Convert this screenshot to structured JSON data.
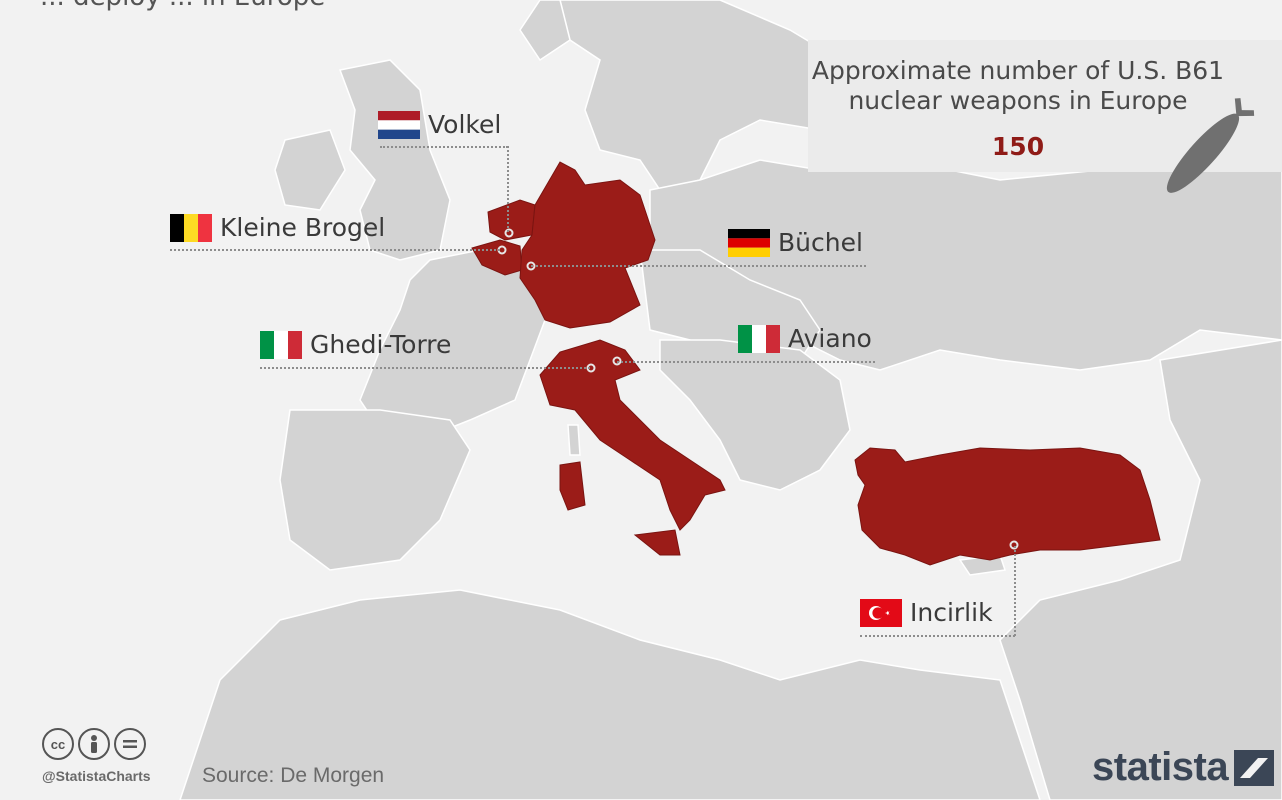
{
  "title": "... deploy ... in Europe",
  "info_box": {
    "title": "Approximate number of U.S. B61 nuclear weapons in Europe",
    "value": "150"
  },
  "sites": [
    {
      "name": "Volkel",
      "flag": "netherlands-flag"
    },
    {
      "name": "Kleine Brogel",
      "flag": "belgium-flag"
    },
    {
      "name": "Büchel",
      "flag": "germany-flag"
    },
    {
      "name": "Ghedi-Torre",
      "flag": "italy-flag"
    },
    {
      "name": "Aviano",
      "flag": "italy-flag"
    },
    {
      "name": "Incirlik",
      "flag": "turkey-flag"
    }
  ],
  "highlighted_countries": [
    "Netherlands",
    "Belgium",
    "Germany",
    "Italy",
    "Turkey"
  ],
  "colors": {
    "highlight": "#9b1c18",
    "land": "#d3d3d3",
    "sea": "#f2f2f2",
    "accent_value": "#8f1b17"
  },
  "footer": {
    "handle": "@StatistaCharts",
    "source": "Source: De Morgen",
    "logo": "statista"
  }
}
